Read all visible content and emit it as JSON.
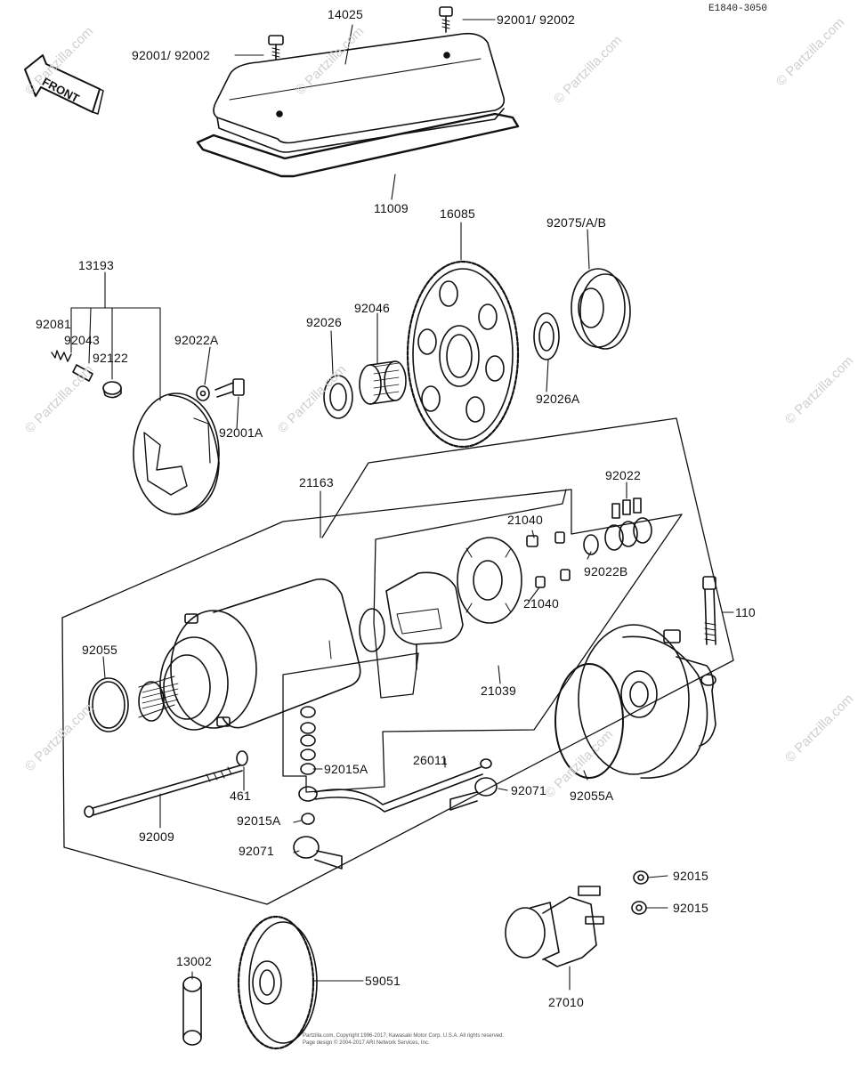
{
  "diagram_code": "E1840-3050",
  "front_label": "FRONT",
  "watermark": "© Partzilla.com",
  "copyright_line1": "Partzilla.com, Copyright 1996-2017, Kawasaki Motor Corp. U.S.A. All rights reserved.",
  "copyright_line2": "Page design © 2004-2017 ARI Network Services, Inc.",
  "labels": {
    "p14025": "14025",
    "p92001_top_right": "92001/ 92002",
    "p92001_top_left": "92001/ 92002",
    "p11009": "11009",
    "p16085": "16085",
    "p92075": "92075/A/B",
    "p13193": "13193",
    "p92081": "92081",
    "p92043": "92043",
    "p92122": "92122",
    "p92022A": "92022A",
    "p92001A": "92001A",
    "p92026": "92026",
    "p92046": "92046",
    "p92026A": "92026A",
    "p21163": "21163",
    "p92022": "92022",
    "p21040_top": "21040",
    "p92022B": "92022B",
    "p21040_bottom": "21040",
    "p110": "110",
    "p92055": "92055",
    "p21039": "21039",
    "p26011": "26011",
    "p92015A_mid": "92015A",
    "p461": "461",
    "p92071_right": "92071",
    "p92055A": "92055A",
    "p92015A_low": "92015A",
    "p92009": "92009",
    "p92071_low": "92071",
    "p92015_a": "92015",
    "p92015_b": "92015",
    "p13002": "13002",
    "p59051": "59051",
    "p27010": "27010"
  }
}
